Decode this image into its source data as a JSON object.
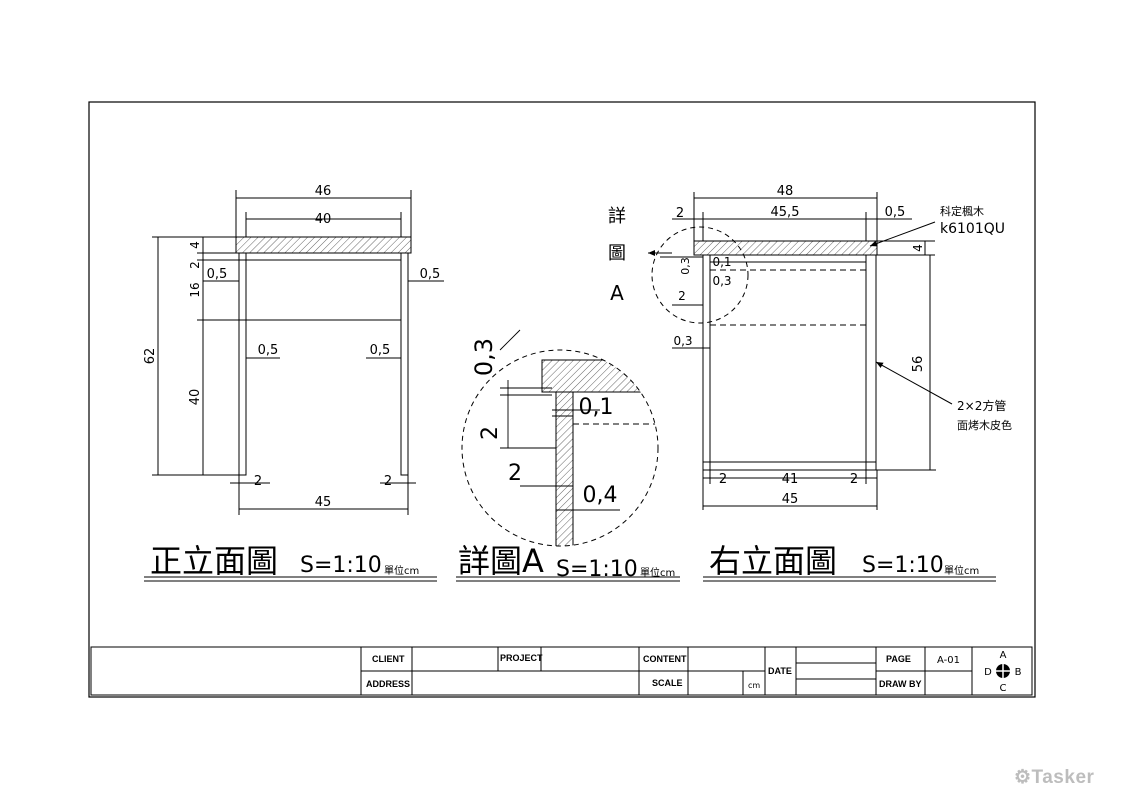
{
  "front_view": {
    "title": "正立面圖",
    "scale": "S=1:10",
    "unit": "單位cm",
    "dims": {
      "top_overall": "46",
      "top_inner": "40",
      "height_total": "62",
      "top_thickness": "4",
      "gap_2": "2",
      "apron_height": "16",
      "leg_height": "40",
      "left_offset": "0,5",
      "right_offset": "0,5",
      "left_inner": "0,5",
      "right_inner": "0,5",
      "leg_left": "2",
      "leg_right": "2",
      "bottom_width": "45"
    }
  },
  "detail_view": {
    "title": "詳圖A",
    "scale": "S=1:10",
    "unit": "單位cm",
    "dims": {
      "d03": "0,3",
      "d01": "0,1",
      "d2v": "2",
      "d2h": "2",
      "d04": "0,4"
    }
  },
  "side_view": {
    "title": "右立面圖",
    "scale": "S=1:10",
    "unit": "單位cm",
    "detail_ref": [
      "詳",
      "圖",
      "A"
    ],
    "dims": {
      "top_overall": "48",
      "top_inner": "45,5",
      "left_2": "2",
      "right_05": "0,5",
      "right_4": "4",
      "right_56": "56",
      "d03a": "0,3",
      "d01": "0,1",
      "d03b": "0,3",
      "d2": "2",
      "d03c": "0,3",
      "bottom_2a": "2",
      "bottom_41": "41",
      "bottom_2b": "2",
      "bottom_45": "45"
    },
    "notes": {
      "wood": "科定楓木",
      "code": "k6101QU",
      "tube": "2×2方管",
      "finish": "面烤木皮色"
    }
  },
  "title_block": {
    "client": "CLIENT",
    "project": "PROJECT",
    "content": "CONTENT",
    "date": "DATE",
    "page": "PAGE",
    "page_value": "A-01",
    "address": "ADDRESS",
    "scale": "SCALE",
    "unit": "cm",
    "draw_by": "DRAW BY",
    "compass": {
      "n": "A",
      "e": "B",
      "s": "C",
      "w": "D"
    }
  },
  "watermark": "Tasker"
}
